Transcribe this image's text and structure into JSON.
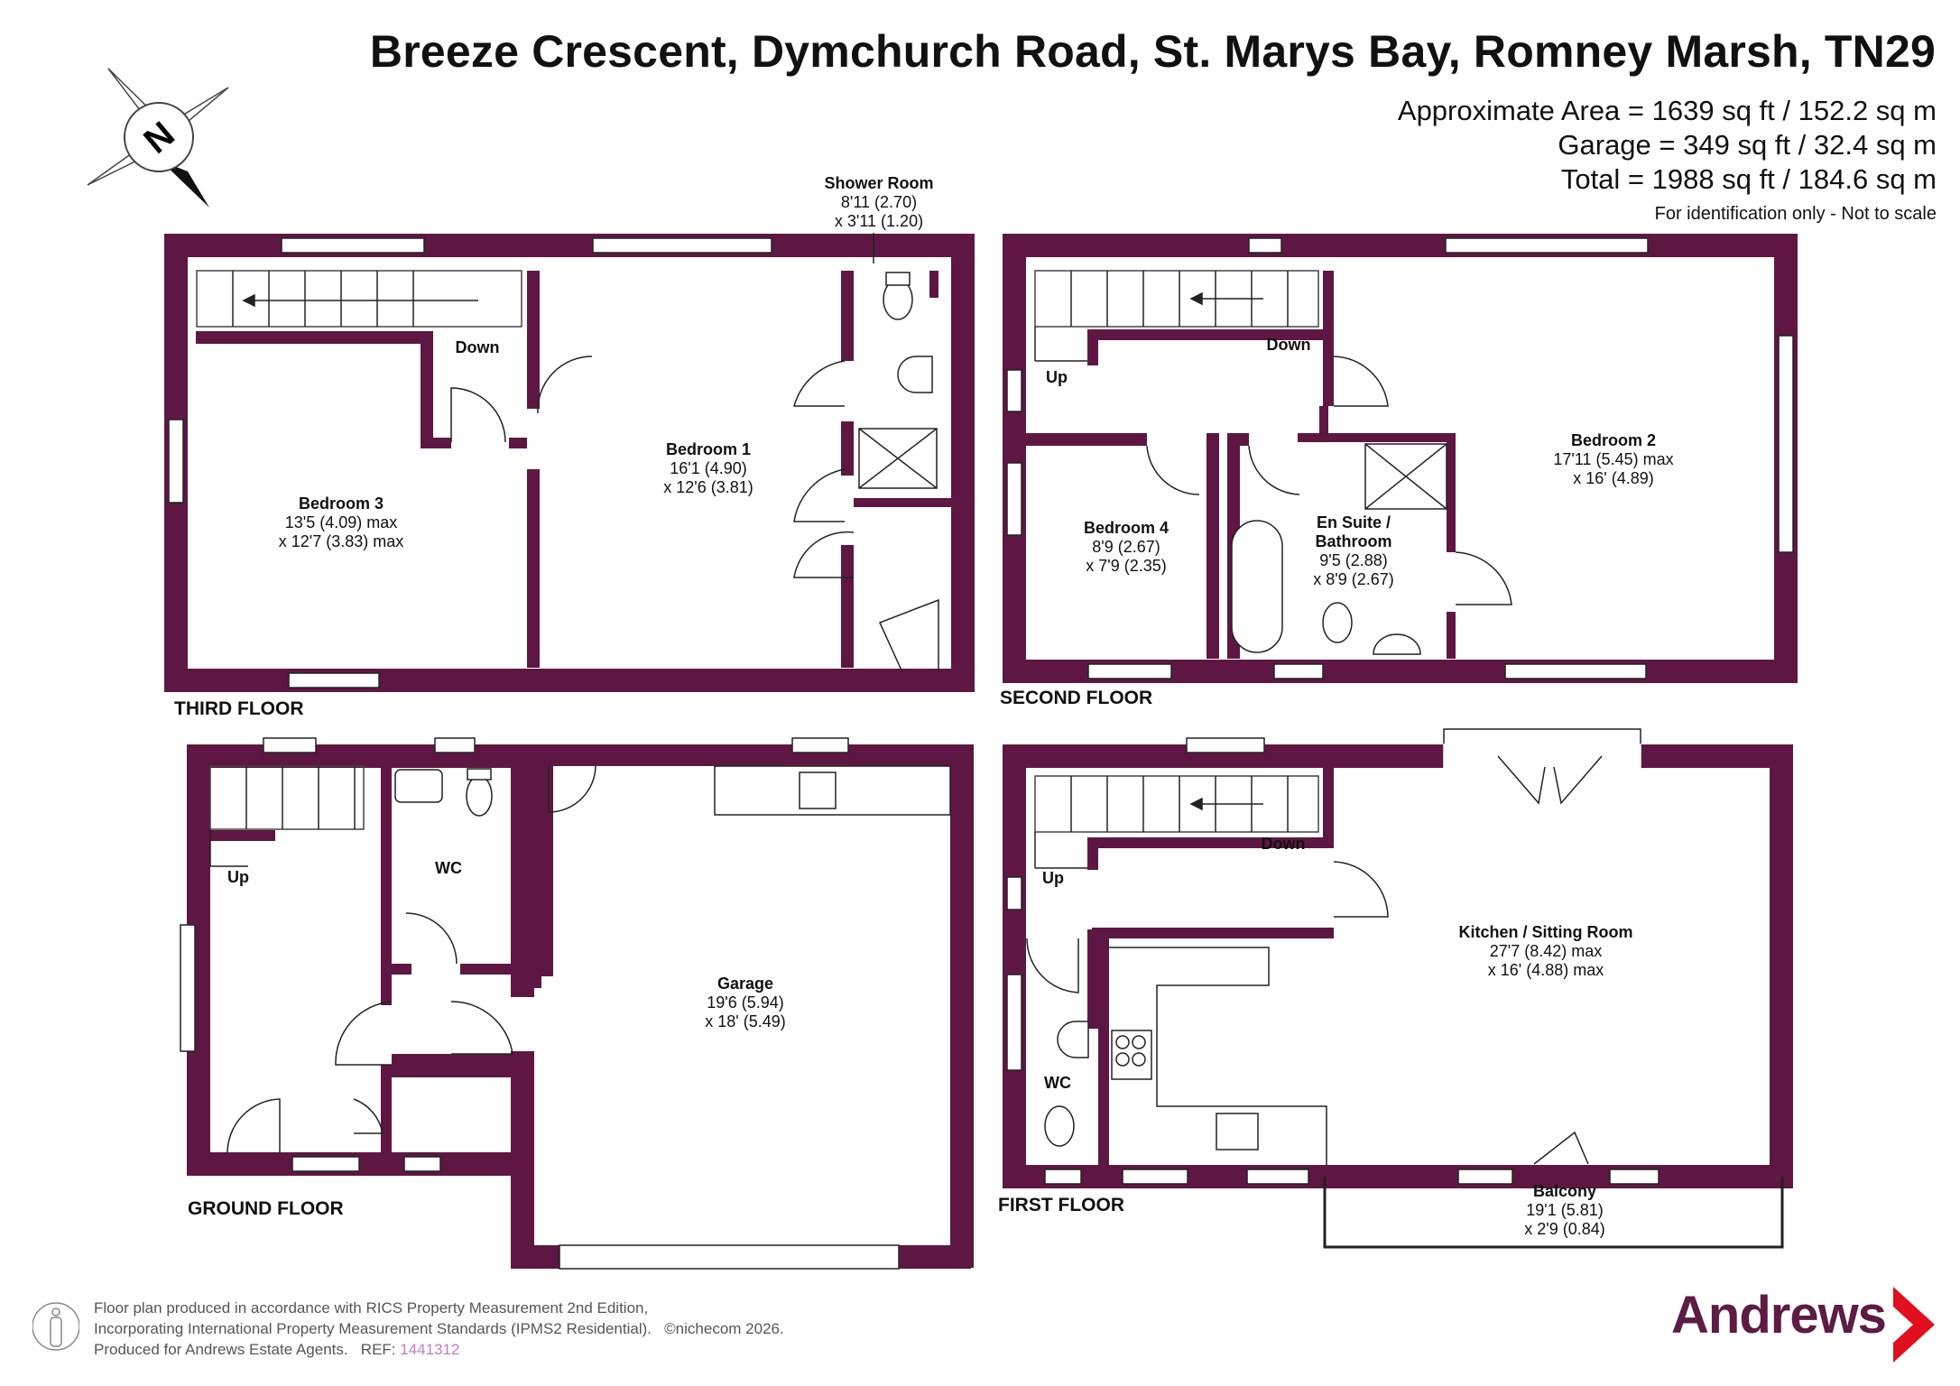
{
  "header": {
    "title": "Breeze Crescent, Dymchurch Road, St. Marys Bay, Romney Marsh, TN29",
    "approx_area": "Approximate Area = 1639 sq ft / 152.2 sq m",
    "garage_area": "Garage = 349 sq ft / 32.4 sq m",
    "total_area": "Total = 1988 sq ft / 184.6 sq m",
    "note": "For identification only - Not to scale"
  },
  "compass": {
    "letter": "N",
    "icon": "compass-icon"
  },
  "colors": {
    "wall": "#5e1742",
    "brand": "#5c1c44",
    "window": "#ffffff",
    "ref": "#c67ac2"
  },
  "floors": {
    "third": "THIRD FLOOR",
    "second": "SECOND FLOOR",
    "ground": "GROUND FLOOR",
    "first": "FIRST FLOOR"
  },
  "rooms": {
    "shower_room": {
      "name": "Shower Room",
      "l1": "8'11 (2.70)",
      "l2": "x 3'11 (1.20)"
    },
    "bedroom1": {
      "name": "Bedroom 1",
      "l1": "16'1 (4.90)",
      "l2": "x 12'6 (3.81)"
    },
    "bedroom3": {
      "name": "Bedroom 3",
      "l1": "13'5 (4.09) max",
      "l2": "x 12'7 (3.83) max"
    },
    "bedroom2": {
      "name": "Bedroom 2",
      "l1": "17'11 (5.45) max",
      "l2": "x 16' (4.89)"
    },
    "bedroom4": {
      "name": "Bedroom 4",
      "l1": "8'9 (2.67)",
      "l2": "x 7'9 (2.35)"
    },
    "ensuite": {
      "name1": "En Suite /",
      "name2": "Bathroom",
      "l1": "9'5 (2.88)",
      "l2": "x 8'9 (2.67)"
    },
    "garage": {
      "name": "Garage",
      "l1": "19'6 (5.94)",
      "l2": "x 18' (5.49)"
    },
    "wc_ground": {
      "name": "WC"
    },
    "kitchen": {
      "name": "Kitchen / Sitting Room",
      "l1": "27'7 (8.42) max",
      "l2": "x 16' (4.88) max"
    },
    "wc_first": {
      "name": "WC"
    },
    "balcony": {
      "name": "Balcony",
      "l1": "19'1 (5.81)",
      "l2": "x 2'9 (0.84)"
    }
  },
  "stairs": {
    "down": "Down",
    "up": "Up"
  },
  "footer": {
    "line1": "Floor plan produced in accordance with RICS Property Measurement 2nd Edition,",
    "line2": "Incorporating International Property Measurement Standards (IPMS2 Residential).",
    "copyright": "©nichecom 2026.",
    "line3": "Produced for Andrews Estate Agents.",
    "ref_label": "REF:",
    "ref": "1441312"
  },
  "brand": {
    "name": "Andrews"
  }
}
